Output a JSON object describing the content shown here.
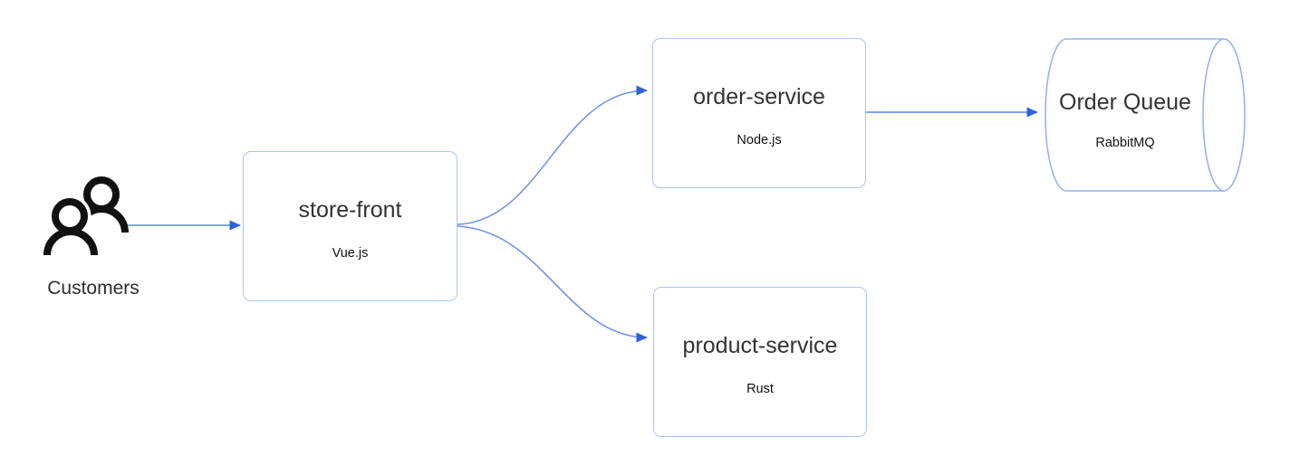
{
  "diagram_title": "store-front microservices architecture",
  "nodes": {
    "customers": {
      "label": "Customers",
      "type": "actor"
    },
    "store_front": {
      "title": "store-front",
      "subtitle": "Vue.js",
      "type": "service"
    },
    "order_service": {
      "title": "order-service",
      "subtitle": "Node.js",
      "type": "service"
    },
    "product_service": {
      "title": "product-service",
      "subtitle": "Rust",
      "type": "service"
    },
    "order_queue": {
      "title": "Order Queue",
      "subtitle": "RabbitMQ",
      "type": "queue-cylinder"
    }
  },
  "edges": [
    {
      "from": "customers",
      "to": "store-front",
      "style": "straight-arrow"
    },
    {
      "from": "store-front",
      "to": "order-service",
      "style": "curved-arrow"
    },
    {
      "from": "store-front",
      "to": "product-service",
      "style": "curved-arrow"
    },
    {
      "from": "order-service",
      "to": "order-queue",
      "style": "straight-arrow"
    }
  ],
  "colors": {
    "box_border": "#a8c5f8",
    "cylinder_border": "#95b4f0",
    "edge_line": "#5b85e6",
    "edge_arrowhead": "#2e62d9",
    "icon_stroke": "#111111",
    "title_text": "#333333",
    "subtitle_text": "#111111",
    "background": "#ffffff"
  }
}
